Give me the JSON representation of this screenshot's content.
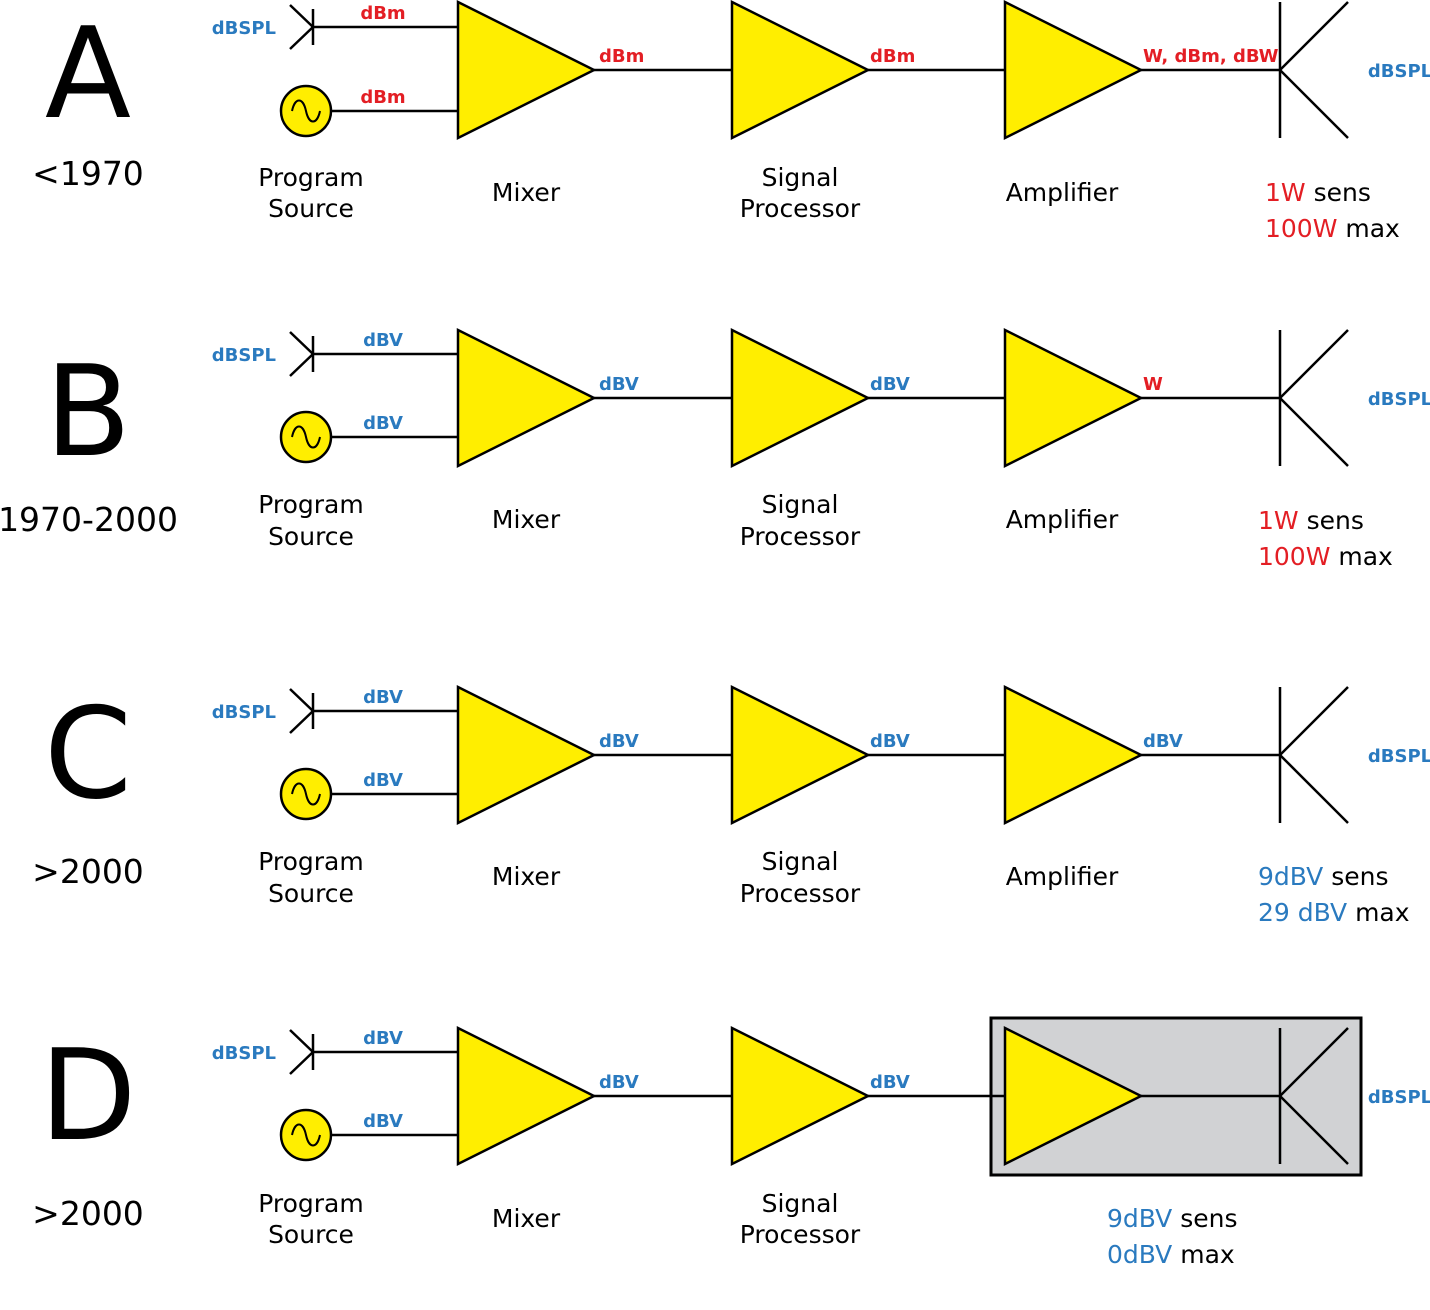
{
  "colors": {
    "red": "#E31E24",
    "blue": "#2A7ABF",
    "amp_fill": "#FFEE00",
    "box_fill": "#D1D2D4"
  },
  "icons": [
    "microphone-icon",
    "sine-source-icon",
    "triangle-amplifier-icon",
    "speaker-icon"
  ],
  "rows": [
    {
      "letter": "A",
      "era": "<1970",
      "mic_unit": "dBSPL",
      "mic_wire_unit": "dBm",
      "src_wire_unit": "dBm",
      "mixer_out": "dBm",
      "proc_out": "dBm",
      "amp_out": "W, dBm, dBW",
      "unit_color": "red",
      "speaker_unit": "dBSPL",
      "captions": {
        "source": [
          "Program",
          "Source"
        ],
        "mixer": "Mixer",
        "processor": [
          "Signal",
          "Processor"
        ],
        "amplifier": "Amplifier"
      },
      "spec_lines": [
        {
          "value": "1W",
          "word": "sens"
        },
        {
          "value": "100W",
          "word": "max"
        }
      ],
      "spec_color": "red",
      "combined": false
    },
    {
      "letter": "B",
      "era": "1970-2000",
      "mic_unit": "dBSPL",
      "mic_wire_unit": "dBV",
      "src_wire_unit": "dBV",
      "mixer_out": "dBV",
      "proc_out": "dBV",
      "amp_out": "W",
      "unit_color": "blue",
      "amp_out_color": "red",
      "speaker_unit": "dBSPL",
      "captions": {
        "source": [
          "Program",
          "Source"
        ],
        "mixer": "Mixer",
        "processor": [
          "Signal",
          "Processor"
        ],
        "amplifier": "Amplifier"
      },
      "spec_lines": [
        {
          "value": "1W",
          "word": "sens"
        },
        {
          "value": "100W",
          "word": "max"
        }
      ],
      "spec_color": "red",
      "combined": false
    },
    {
      "letter": "C",
      "era": ">2000",
      "mic_unit": "dBSPL",
      "mic_wire_unit": "dBV",
      "src_wire_unit": "dBV",
      "mixer_out": "dBV",
      "proc_out": "dBV",
      "amp_out": "dBV",
      "unit_color": "blue",
      "speaker_unit": "dBSPL",
      "captions": {
        "source": [
          "Program",
          "Source"
        ],
        "mixer": "Mixer",
        "processor": [
          "Signal",
          "Processor"
        ],
        "amplifier": "Amplifier"
      },
      "spec_lines": [
        {
          "value": "9dBV",
          "word": "sens"
        },
        {
          "value": "29 dBV",
          "word": "max"
        }
      ],
      "spec_color": "blue",
      "combined": false
    },
    {
      "letter": "D",
      "era": ">2000",
      "mic_unit": "dBSPL",
      "mic_wire_unit": "dBV",
      "src_wire_unit": "dBV",
      "mixer_out": "dBV",
      "proc_out": "dBV",
      "amp_out": "",
      "unit_color": "blue",
      "speaker_unit": "dBSPL",
      "captions": {
        "source": [
          "Program",
          "Source"
        ],
        "mixer": "Mixer",
        "processor": [
          "Signal",
          "Processor"
        ],
        "amplifier": ""
      },
      "spec_lines": [
        {
          "value": "9dBV",
          "word": "sens"
        },
        {
          "value": "0dBV",
          "word": "max"
        }
      ],
      "spec_color": "blue",
      "combined": true
    }
  ]
}
